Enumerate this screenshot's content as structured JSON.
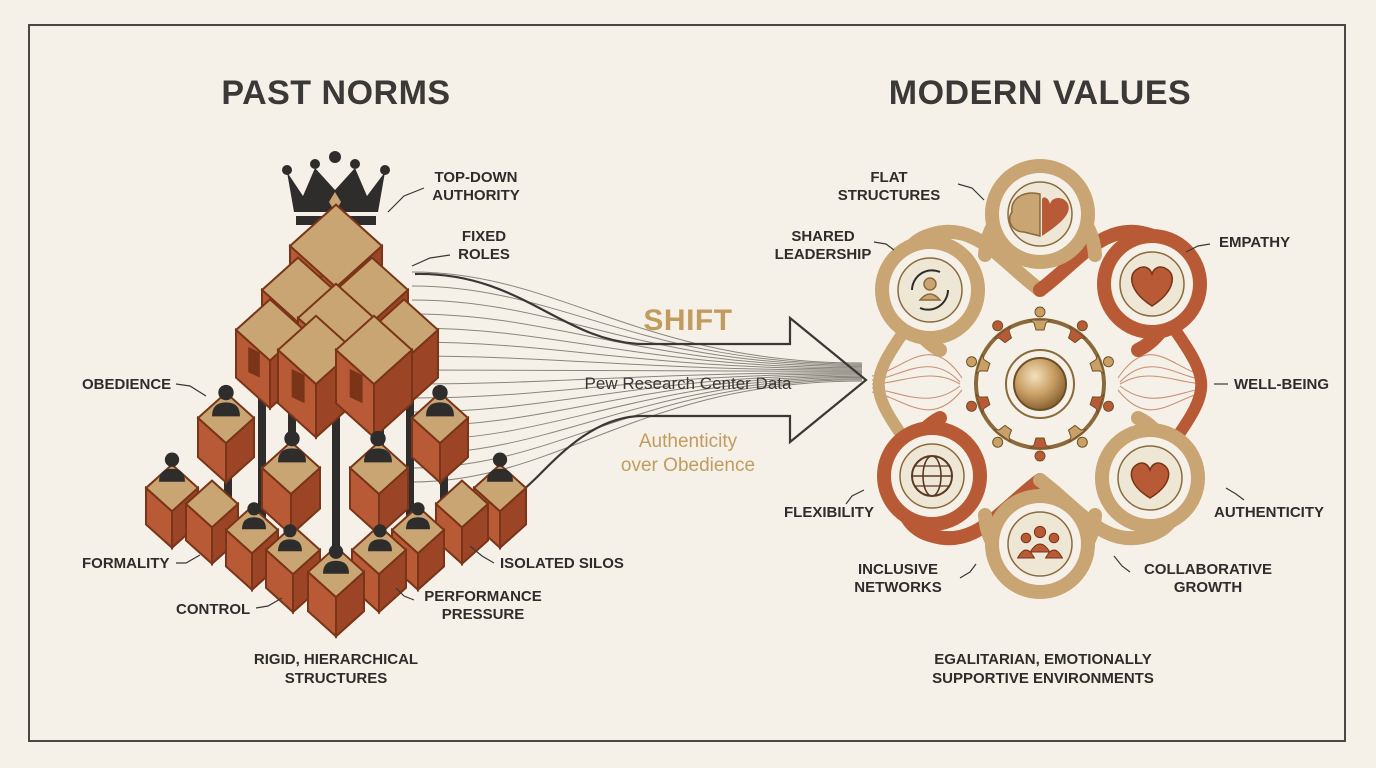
{
  "left": {
    "title": "PAST NORMS",
    "labels": {
      "top_down": [
        "TOP-DOWN",
        "AUTHORITY"
      ],
      "fixed_roles": [
        "FIXED",
        "ROLES"
      ],
      "obedience": "OBEDIENCE",
      "formality": "FORMALITY",
      "control": "CONTROL",
      "performance": [
        "PERFORMANCE",
        "PRESSURE"
      ],
      "isolated": "ISOLATED SILOS"
    },
    "caption": [
      "RIGID, HIERARCHICAL",
      "STRUCTURES"
    ]
  },
  "center": {
    "shift": "SHIFT",
    "source": "Pew Research Center Data",
    "tagline": [
      "Authenticity",
      "over Obedience"
    ]
  },
  "right": {
    "title": "MODERN VALUES",
    "labels": {
      "flat": [
        "FLAT",
        "STRUCTURES"
      ],
      "shared": [
        "SHARED",
        "LEADERSHIP"
      ],
      "empathy": "EMPATHY",
      "wellbeing": "WELL-BEING",
      "flexibility": "FLEXIBILITY",
      "authenticity": "AUTHENTICITY",
      "inclusive": [
        "INCLUSIVE",
        "NETWORKS"
      ],
      "collaborative": [
        "COLLABORATIVE",
        "GROWTH"
      ]
    },
    "caption": [
      "EGALITARIAN, EMOTIONALLY",
      "SUPPORTIVE ENVIRONMENTS"
    ]
  },
  "colors": {
    "brick": "#b85a35",
    "brick_dark": "#7a3418",
    "gold": "#c8a572",
    "gold_dark": "#8a6a3a",
    "ink": "#2f2d2b",
    "paper": "#f5f1e8"
  },
  "icons": [
    "crown-icon",
    "person-icon",
    "brain-heart-icon",
    "heart-icon",
    "globe-icon",
    "group-icon",
    "cycle-person-icon"
  ]
}
